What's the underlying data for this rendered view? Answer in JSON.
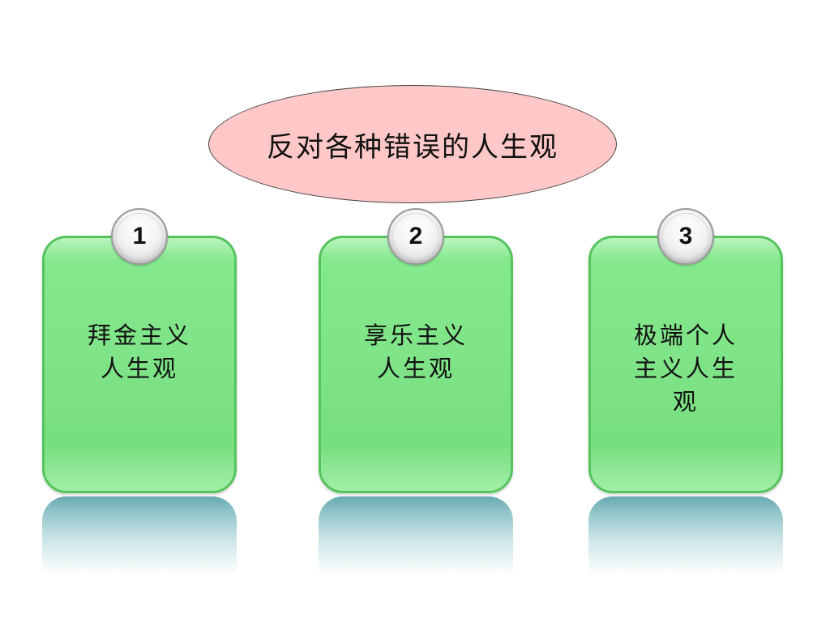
{
  "title": "反对各种错误的人生观",
  "cards": [
    {
      "number": "1",
      "label": "拜金主义人生观"
    },
    {
      "number": "2",
      "label": "享乐主义人生观"
    },
    {
      "number": "3",
      "label": "极端个人主义人生观"
    }
  ],
  "colors": {
    "ellipse_fill": "#ffc8c8",
    "card_fill": "#7fe387",
    "card_border": "#56c45e",
    "reflection": "#5ea6ad"
  }
}
